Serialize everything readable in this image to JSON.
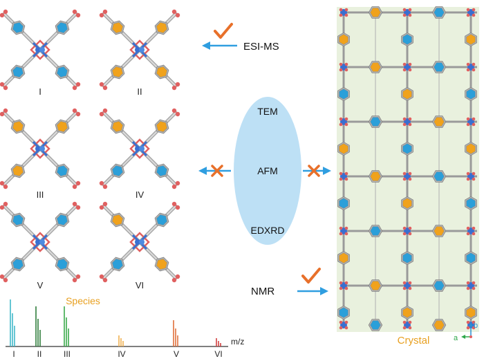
{
  "species_labels": [
    "I",
    "II",
    "III",
    "IV",
    "V",
    "VI"
  ],
  "species_title": "Species",
  "methods": {
    "esi_ms": "ESI-MS",
    "nmr": "NMR",
    "tem": "TEM",
    "afm": "AFM",
    "edxrd": "EDXRD"
  },
  "crystal_label": "Crystal",
  "axis_labels": {
    "a": "a",
    "b": "b"
  },
  "spectrum": {
    "axis_label": "m/z",
    "tick_labels": [
      "I",
      "II",
      "III",
      "IV",
      "V",
      "VI"
    ]
  },
  "colors": {
    "blue_ring": "#2b9fd9",
    "orange_ring": "#f0a21c",
    "oxygen": "#e06060",
    "metal": "#3a6fd0",
    "ellipse": "#bde0f5",
    "crystal_bg": "#e8f0dc",
    "arrow": "#2f9ee0",
    "check": "#e8702a",
    "cross": "#e8702a",
    "species_text": "#e8a020",
    "crystal_text": "#e8a020",
    "spectrum_I": "#3fb7c9",
    "spectrum_II": "#2e7d3a",
    "spectrum_III": "#3aa84a",
    "spectrum_IV": "#f0b050",
    "spectrum_V": "#e0703a",
    "spectrum_VI": "#d04040"
  },
  "icons": [
    "check-icon",
    "cross-icon",
    "arrow-left-icon",
    "arrow-right-icon"
  ]
}
